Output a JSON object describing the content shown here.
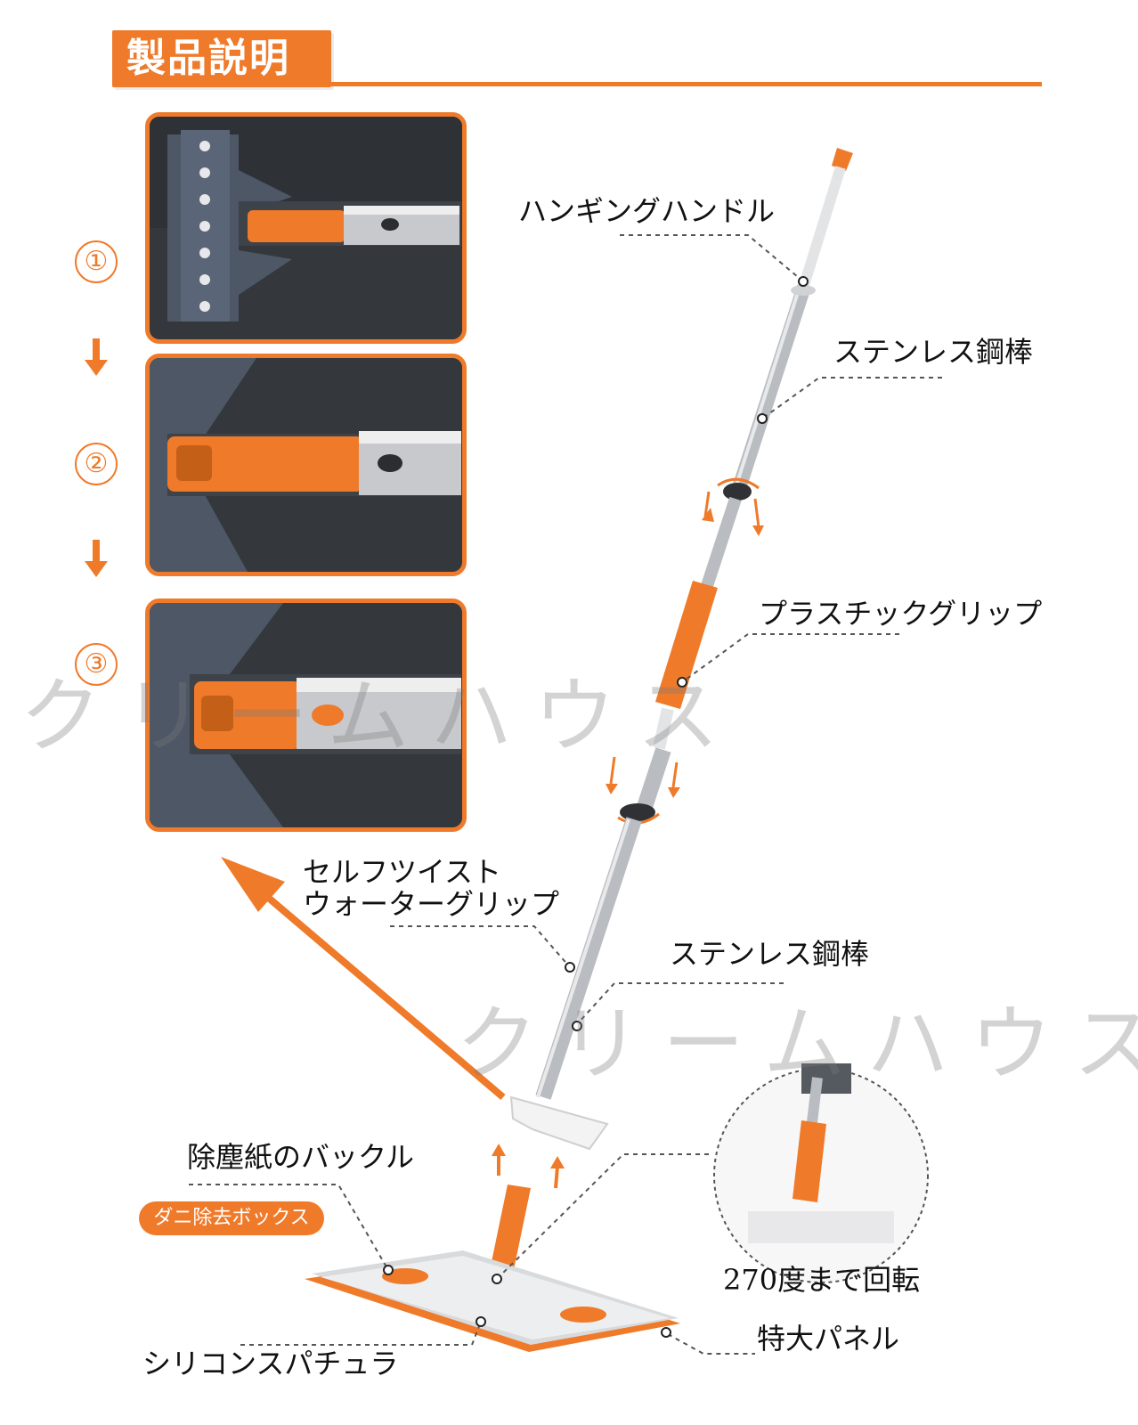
{
  "header": {
    "title": "製品説明"
  },
  "steps": [
    {
      "number": "①"
    },
    {
      "number": "②"
    },
    {
      "number": "③"
    }
  ],
  "labels": {
    "hanging_handle": "ハンギングハンドル",
    "stainless_rod_upper": "ステンレス鋼棒",
    "plastic_grip": "プラスチックグリップ",
    "self_twist_line1": "セルフツイスト",
    "self_twist_line2": "ウォーターグリップ",
    "stainless_rod_lower": "ステンレス鋼棒",
    "buckle": "除塵紙のバックル",
    "mite_box": "ダニ除去ボックス",
    "rotation": "270度まで回転",
    "large_panel": "特大パネル",
    "silicone_spatula": "シリコンスパチュラ"
  },
  "watermark": "クリームハウス",
  "colors": {
    "accent": "#ef7a2a",
    "steel": "#b9bcc0",
    "dark": "#3b3f45"
  }
}
